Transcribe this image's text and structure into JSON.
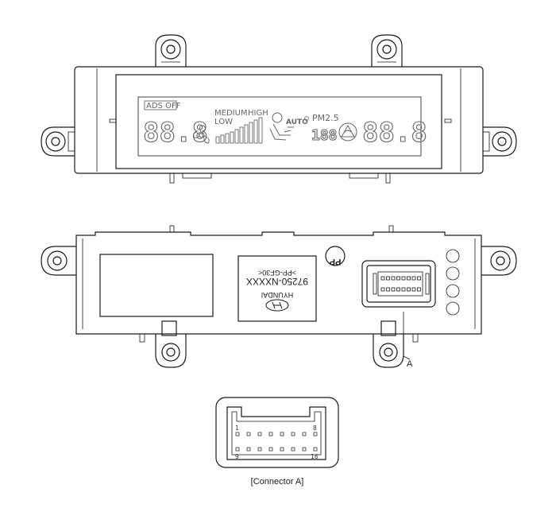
{
  "front_display": {
    "ads_off": "ADS OFF",
    "medium": "MEDIUM",
    "high": "HIGH",
    "low": "LOW",
    "auto": "AUTO",
    "pm": "PM2.5",
    "left_digits": "88.8",
    "mid_digits": "188",
    "right_digits": "88.8"
  },
  "back_label": {
    "part_number": "97250-NXXXX",
    "material": ">PP-GF30<",
    "brand": "HYUNDAI",
    "recycle_mark": "PP"
  },
  "callouts": {
    "connector_a": "A"
  },
  "connector_view": {
    "caption": "[Connector A]",
    "pin_top_left": "1",
    "pin_top_right": "8",
    "pin_bottom_left": "9",
    "pin_bottom_right": "16"
  }
}
